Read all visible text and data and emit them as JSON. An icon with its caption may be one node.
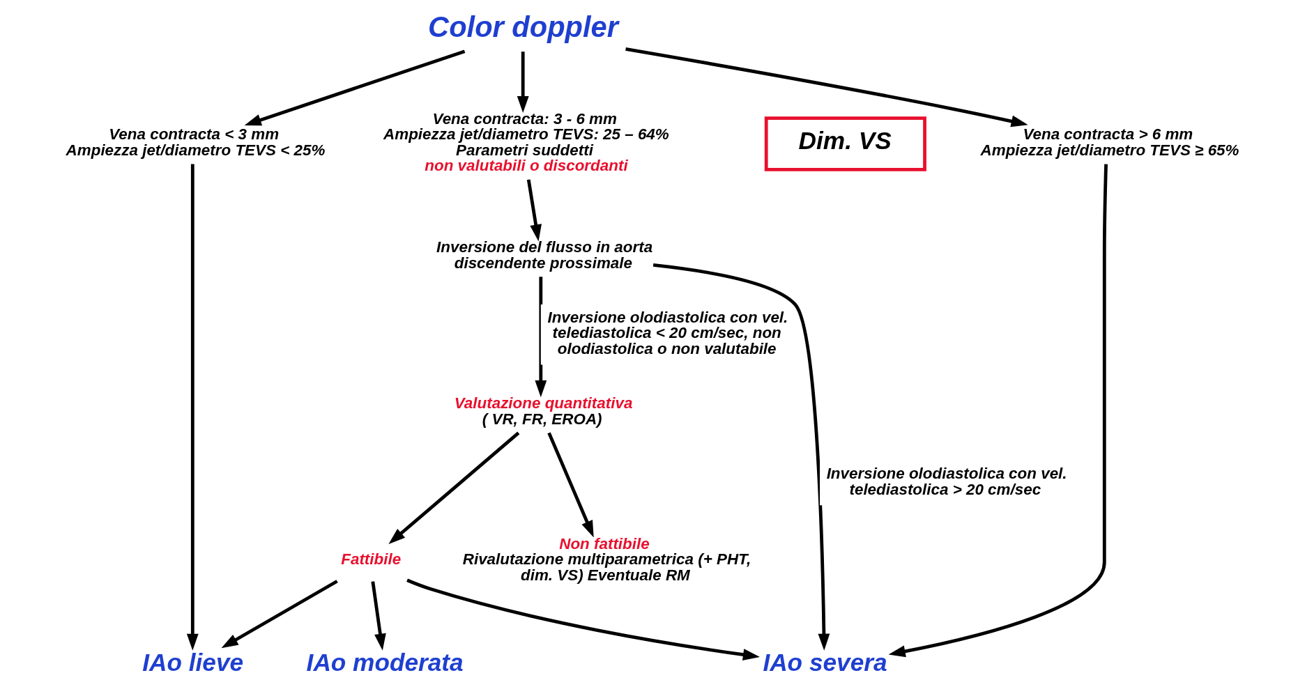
{
  "diagram": {
    "nodes": [
      {
        "text": [
          "Color doppler"
        ]
      },
      {
        "text": [
          "Vena contracta < 3 mm",
          "Ampiezza jet/diametro TEVS < 25%"
        ]
      },
      {
        "text": [
          "Vena contracta: 3 - 6 mm",
          "Ampiezza jet/diametro TEVS: 25 – 64%",
          "Parametri suddetti",
          "non valutabili o discordanti"
        ]
      },
      {
        "text": [
          "Vena contracta > 6 mm",
          "Ampiezza jet/diametro TEVS ≥ 65%"
        ]
      },
      {
        "text": [
          "Dim. VS"
        ]
      },
      {
        "text": [
          "Inversione del flusso in aorta discendente prossimale"
        ]
      },
      {
        "text": [
          "Valutazione quantitativa",
          "( VR, FR, EROA)"
        ]
      },
      {
        "text": [
          "Fattibile"
        ]
      },
      {
        "text": [
          "Non fattibile",
          "Rivalutazione multiparametrica (+ PHT, dim. VS) Eventuale RM"
        ]
      },
      {
        "text": [
          "IAo lieve"
        ]
      },
      {
        "text": [
          "IAo moderata"
        ]
      },
      {
        "text": [
          "IAo severa"
        ]
      }
    ],
    "edges": [
      {
        "from": 0,
        "to": 1,
        "arrow": "to"
      },
      {
        "from": 0,
        "to": 2,
        "arrow": "to"
      },
      {
        "from": 0,
        "to": 3,
        "arrow": "to"
      },
      {
        "from": 1,
        "to": 9,
        "arrow": "to"
      },
      {
        "from": 3,
        "to": 11,
        "arrow": "to"
      },
      {
        "from": 2,
        "to": 5,
        "arrow": "to"
      },
      {
        "from": 5,
        "to": 6,
        "arrow": "to",
        "label": "Inversione olodiastolica con vel. telediastolica < 20 cm/sec, non olodiastolica o non valutabile"
      },
      {
        "from": 5,
        "to": 11,
        "arrow": "to",
        "label": "Inversione olodiastolica con vel. telediastolica > 20 cm/sec"
      },
      {
        "from": 6,
        "to": 7,
        "arrow": "to"
      },
      {
        "from": 6,
        "to": 8,
        "arrow": "to"
      },
      {
        "from": 7,
        "to": 9,
        "arrow": "to"
      },
      {
        "from": 7,
        "to": 10,
        "arrow": "to"
      },
      {
        "from": 7,
        "to": 11,
        "arrow": "to"
      }
    ]
  }
}
